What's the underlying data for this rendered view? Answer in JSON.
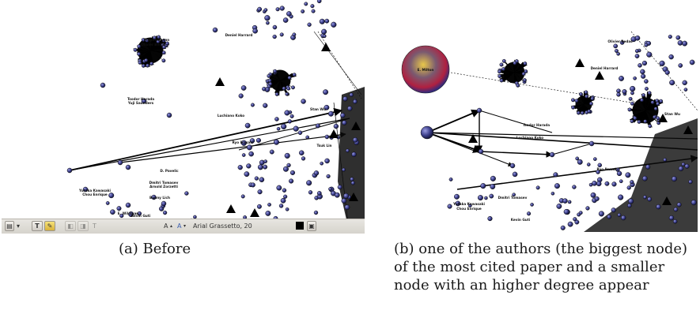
{
  "caption_a": "(a) Before",
  "caption_b": "(b) one of the authors (the biggest node) of the most cited paper and a smaller node with an higher degree appear",
  "toolbar": {
    "font_label": "Arial Grassetto, 20",
    "font_larger": "A",
    "font_smaller": "A",
    "arrow_glyph": "▾"
  },
  "colors": {
    "node": "#3b3e8a",
    "edge": "#000000",
    "highlight_center": "#e8c84a",
    "highlight_edge": "#b02040"
  },
  "labels_a": [
    "Stephen Lenn",
    "Olivier Bedas",
    "Deniel Harrard",
    "Tsodor Harada",
    "Yuji Saunders",
    "Luchiano Koko",
    "Ryo Ikusaki",
    "Tsuk Lin",
    "D. Pavelic",
    "Dmitri Tomasev",
    "Arnold Zorzetti",
    "Yutaka Kawasaki",
    "Chou Enrique",
    "Bunny Lich",
    "E. Wildman",
    "Kevin Guti",
    "Stan Wu"
  ],
  "labels_b": [
    "E. Milton",
    "Olivier Bedas",
    "Deniel Harrard",
    "Tsodor Harada",
    "Luchiano Koko",
    "Ryo Ikusaki",
    "Dmitri Tomasev",
    "Yutaka Kawasaki",
    "Chou Enrique",
    "Kevin Guti",
    "Stan Wu"
  ]
}
